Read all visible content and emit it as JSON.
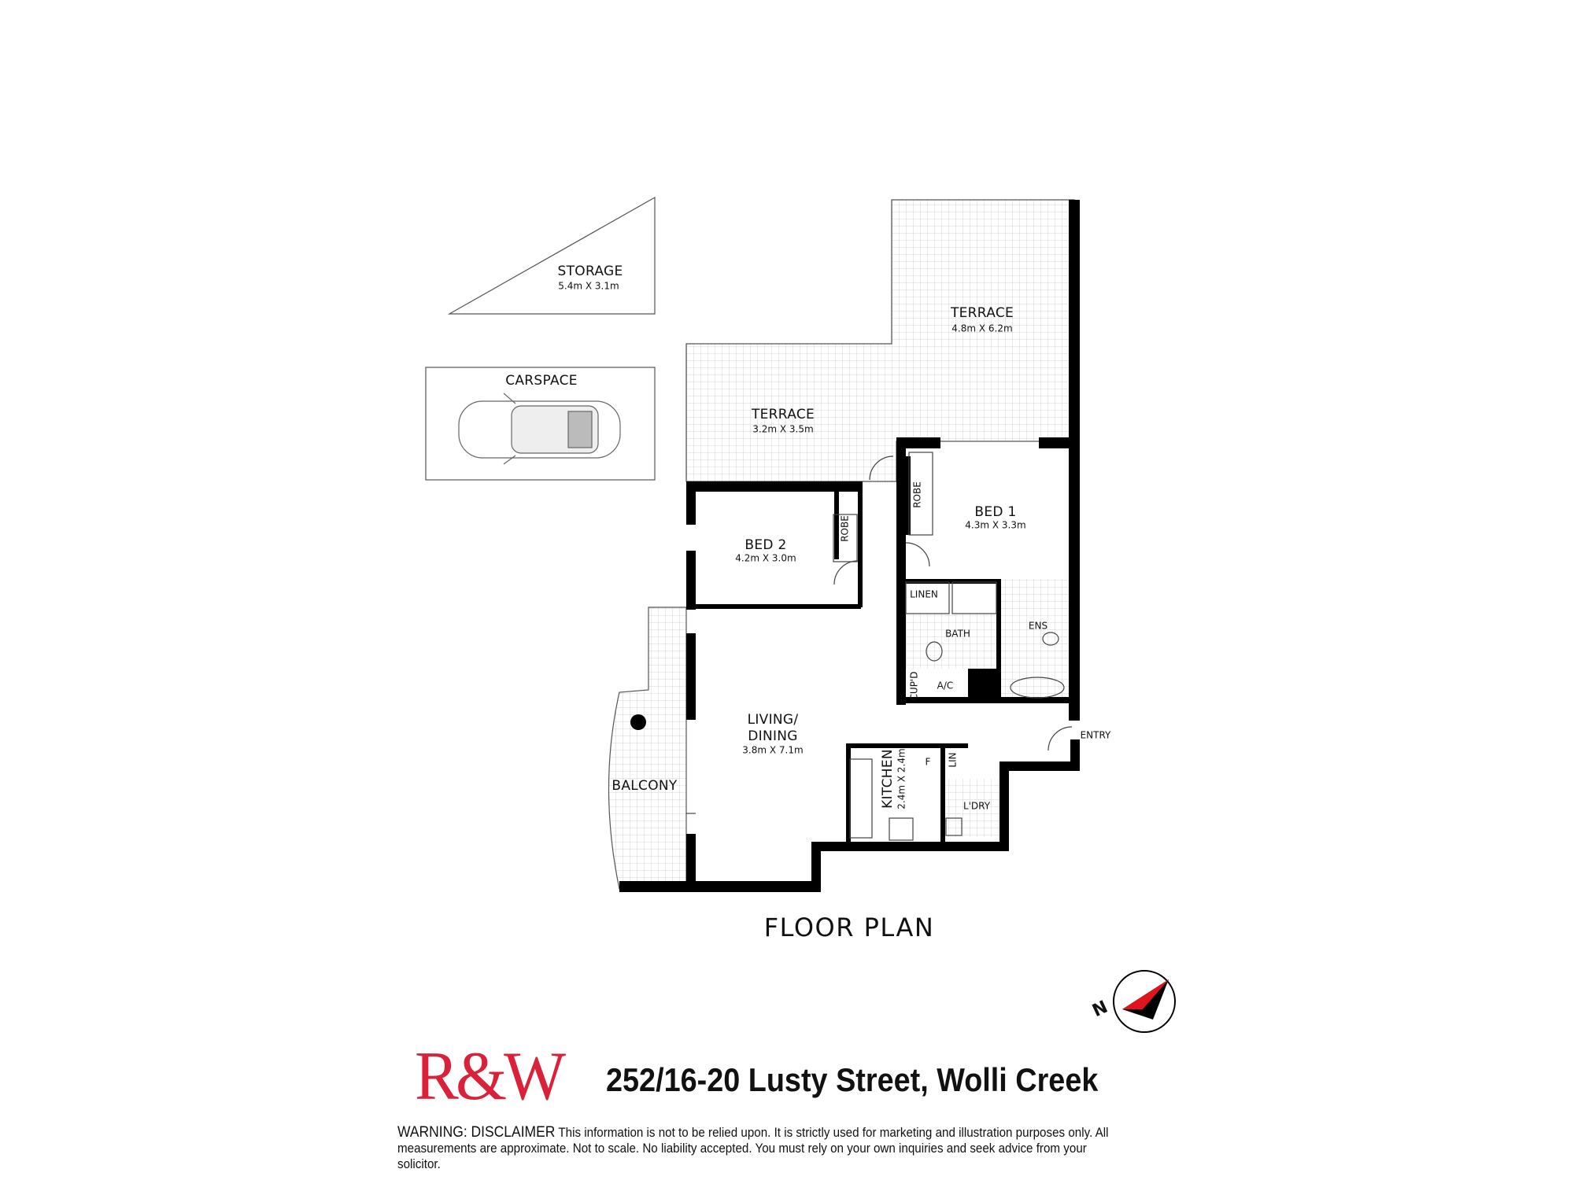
{
  "plan": {
    "title": "FLOOR PLAN",
    "rooms": {
      "storage": {
        "name": "STORAGE",
        "dims": "5.4m X 3.1m"
      },
      "carspace": {
        "name": "CARSPACE"
      },
      "terrace_main": {
        "name": "TERRACE",
        "dims": "4.8m X 6.2m"
      },
      "terrace_small": {
        "name": "TERRACE",
        "dims": "3.2m X 3.5m"
      },
      "bed1": {
        "name": "BED 1",
        "dims": "4.3m X 3.3m"
      },
      "bed2": {
        "name": "BED 2",
        "dims": "4.2m X 3.0m"
      },
      "living": {
        "name_line1": "LIVING/",
        "name_line2": "DINING",
        "dims": "3.8m X 7.1m"
      },
      "kitchen": {
        "name": "KITCHEN",
        "dims": "2.4m X 2.4m"
      },
      "balcony": {
        "name": "BALCONY"
      },
      "robe1": {
        "name": "ROBE"
      },
      "robe2": {
        "name": "ROBE"
      },
      "linen": {
        "name": "LINEN"
      },
      "bath": {
        "name": "BATH"
      },
      "ens": {
        "name": "ENS"
      },
      "cupd": {
        "name": "CUP'D"
      },
      "ac": {
        "name": "A/C"
      },
      "entry": {
        "name": "ENTRY"
      },
      "fridge": {
        "name": "F"
      },
      "lin": {
        "name": "LIN"
      },
      "laundry": {
        "name": "L'DRY"
      }
    },
    "compass": {
      "label": "N",
      "color": "#e0141e"
    }
  },
  "footer": {
    "logo": "R&W",
    "logo_color": "#d9223a",
    "address": "252/16-20 Lusty Street, Wolli Creek",
    "disclaimer_heading": "WARNING: DISCLAIMER",
    "disclaimer_text": "This information is not to be relied upon. It is strictly used for marketing and illustration purposes only. All measurements are approximate. Not to scale. No liability accepted. You must rely on your own inquiries and seek advice from your solicitor."
  }
}
